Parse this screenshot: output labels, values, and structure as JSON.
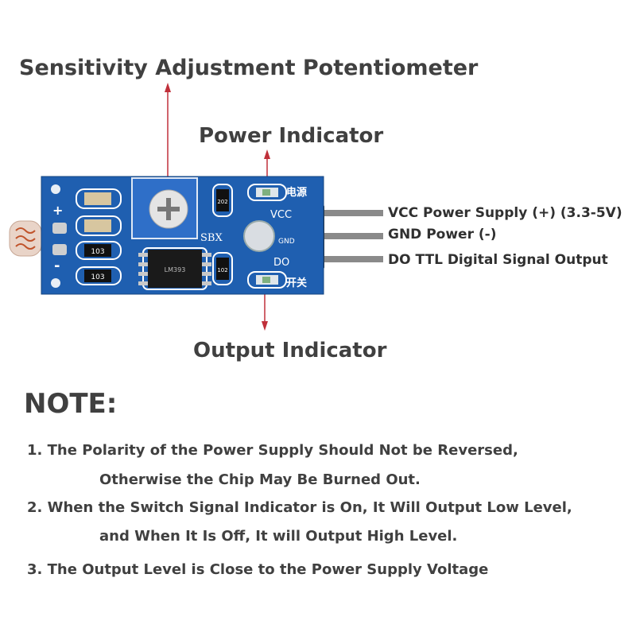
{
  "labels": {
    "potentiometer": "Sensitivity Adjustment Potentiometer",
    "power_indicator": "Power Indicator",
    "output_indicator": "Output Indicator"
  },
  "pins": {
    "vcc": "VCC Power Supply (+) (3.3-5V)",
    "gnd": "GND Power (-)",
    "do": "DO TTL Digital Signal Output"
  },
  "board_text": {
    "vcc": "VCC",
    "gnd": "GND",
    "do": "DO",
    "power_cn": "电源",
    "switch_cn": "开关",
    "sbx": "SBX",
    "plus": "+",
    "minus": "-",
    "res_103a": "103",
    "res_103b": "103",
    "res_102": "102",
    "res_202": "202",
    "chip": "LM393"
  },
  "colors": {
    "pcb": "#1f5fb0",
    "arrow": "#c0303a",
    "pot": "#2f6fc8",
    "pins": "#8a8a8a"
  },
  "note": {
    "title": "NOTE:",
    "item1_line1": "1. The Polarity of the Power Supply Should Not be Reversed,",
    "item1_line2": "Otherwise the Chip May Be Burned Out.",
    "item2_line1": "2. When the Switch Signal Indicator is On, It Will Output Low Level,",
    "item2_line2": "and When It Is Off, It will Output High Level.",
    "item3": "3. The Output Level is Close to the Power Supply Voltage"
  }
}
